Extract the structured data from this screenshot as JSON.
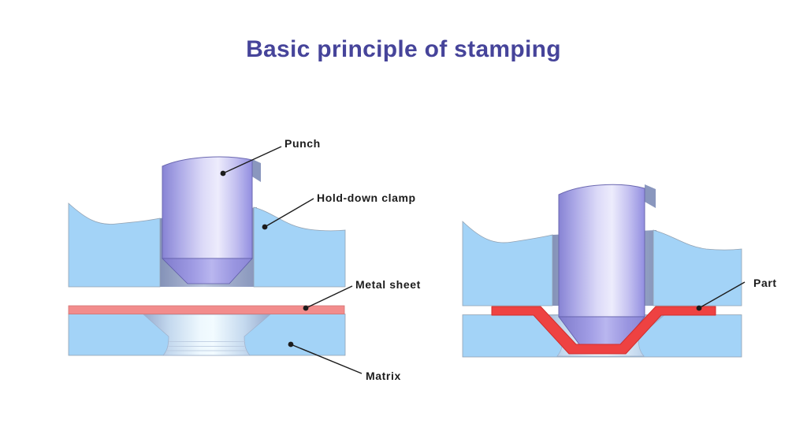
{
  "title": "Basic principle of stamping",
  "labels": {
    "punch": "Punch",
    "hold_down_clamp": "Hold-down clamp",
    "metal_sheet": "Metal sheet",
    "matrix": "Matrix",
    "part": "Part"
  },
  "colors": {
    "background": "#ffffff",
    "title_text": "#46449a",
    "label_text": "#1c1c1c",
    "clamp_matrix_blue": "#a3d3f7",
    "metal_sheet_red": "#f28c8c",
    "part_red": "#ee4242",
    "punch_purple_dark": "#8783d4",
    "punch_purple_light": "#edecfc",
    "die_cavity_gray": "#97aacd",
    "leader_line": "#1c1c1c"
  }
}
